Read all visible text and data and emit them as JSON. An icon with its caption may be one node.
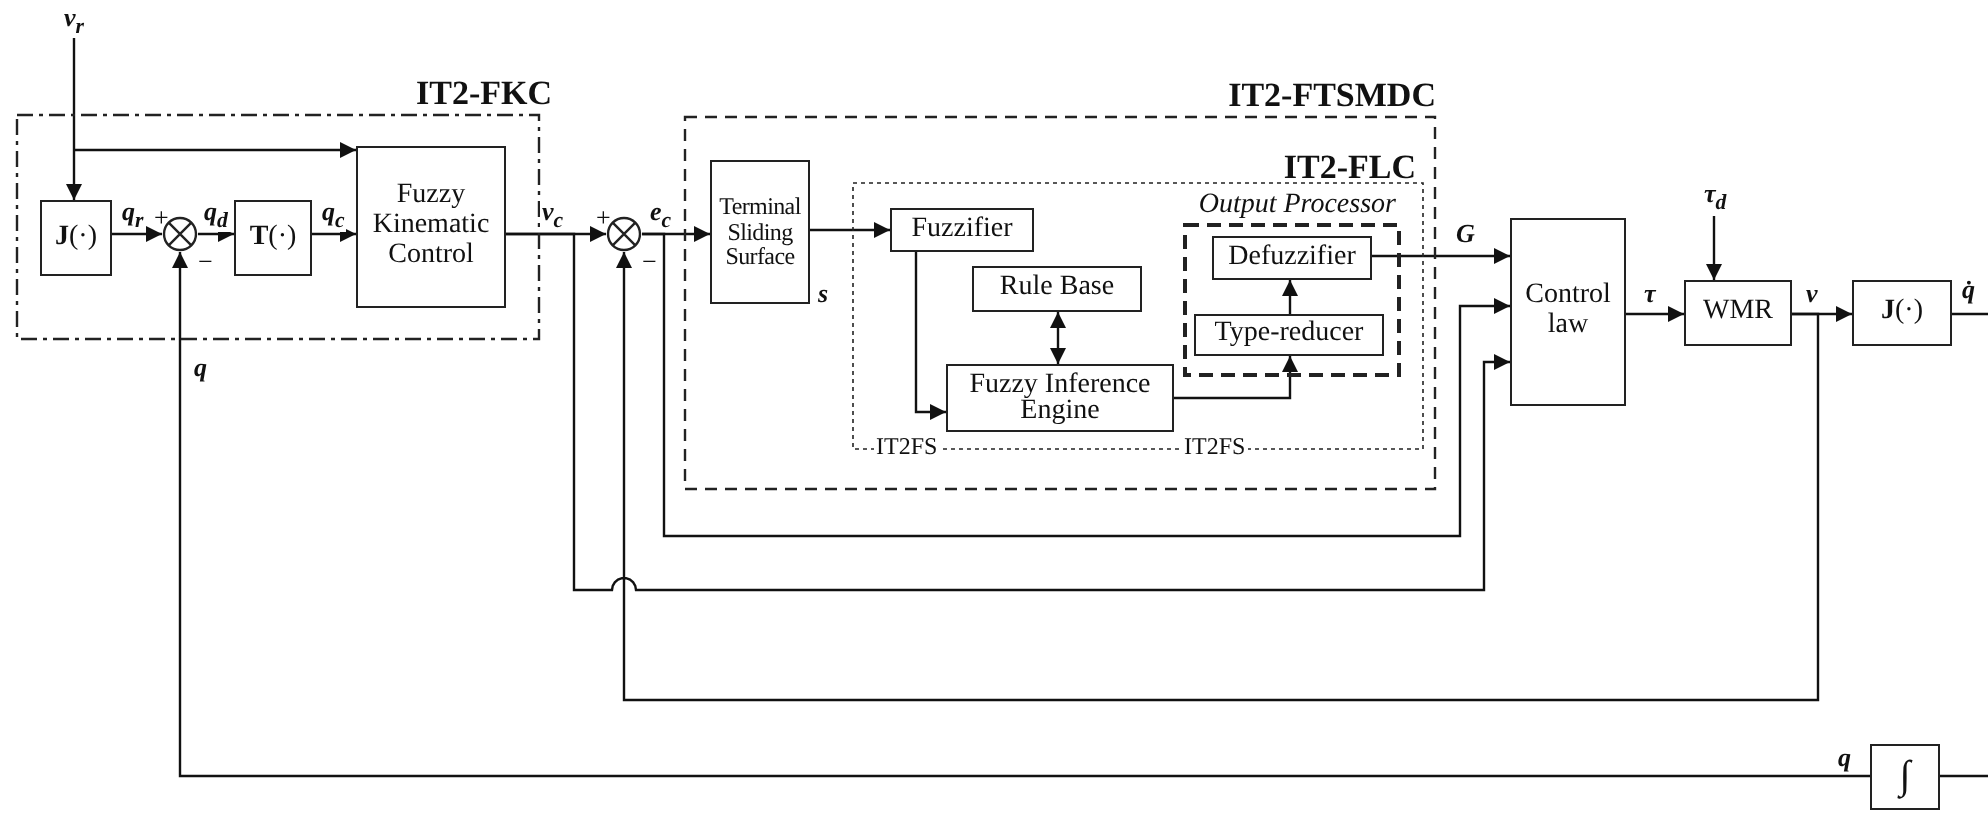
{
  "diagram": {
    "nodes": [
      {
        "text": [
          "IT2-FKC"
        ]
      },
      {
        "text": [
          "**J**(·)"
        ],
        "in": 0
      },
      {
        "text": [],
        "shape": "circle",
        "in": 0
      },
      {
        "text": [
          "**T**(·)"
        ],
        "in": 0
      },
      {
        "text": [
          "Fuzzy Kinematic Control"
        ],
        "in": 0
      },
      {
        "text": [],
        "shape": "circle"
      },
      {
        "text": [
          "IT2-FTSMDC"
        ]
      },
      {
        "text": [
          "Terminal Sliding Surface"
        ],
        "in": 6
      },
      {
        "text": [
          "IT2-FLC"
        ],
        "in": 6
      },
      {
        "text": [
          "Fuzzifier"
        ],
        "in": 8
      },
      {
        "text": [
          "Rule Base"
        ],
        "in": 8
      },
      {
        "text": [
          "Fuzzy Inference Engine"
        ],
        "in": 8
      },
      {
        "text": [
          "Output Processor"
        ],
        "in": 8
      },
      {
        "text": [
          "Defuzzifier"
        ],
        "in": 12
      },
      {
        "text": [
          "Type-reducer"
        ],
        "in": 12
      },
      {
        "text": [
          "Control law"
        ]
      },
      {
        "text": [
          "WMR"
        ]
      },
      {
        "text": [
          "**J**(·)"
        ]
      },
      {
        "text": [
          "∫"
        ]
      }
    ],
    "edges": [
      {
        "from": null,
        "to": 1,
        "arrow": "to",
        "label": "v$_{r}$"
      },
      {
        "from": null,
        "to": 4,
        "arrow": "to"
      },
      {
        "from": 1,
        "to": 2,
        "arrow": "to",
        "label": "q$_{r}$"
      },
      {
        "from": 2,
        "to": 3,
        "arrow": "to",
        "label": "q$_{d}$"
      },
      {
        "from": 3,
        "to": 4,
        "arrow": "to",
        "label": "q$_{c}$"
      },
      {
        "from": 4,
        "to": 5,
        "arrow": "to",
        "label": "v$_{c}$"
      },
      {
        "from": 5,
        "to": 7,
        "arrow": "to",
        "label": "e$_{c}$"
      },
      {
        "from": 7,
        "to": 9,
        "arrow": "to",
        "label": "s"
      },
      {
        "from": 9,
        "to": 11,
        "arrow": "to"
      },
      {
        "from": 10,
        "to": 11,
        "arrow": "both"
      },
      {
        "from": 11,
        "to": 14,
        "arrow": "to"
      },
      {
        "from": 14,
        "to": 13,
        "arrow": "to"
      },
      {
        "from": 13,
        "to": 15,
        "arrow": "to",
        "label": "G"
      },
      {
        "from": 5,
        "to": 15,
        "arrow": "to"
      },
      {
        "from": 4,
        "to": 15,
        "arrow": "to"
      },
      {
        "from": 15,
        "to": 16,
        "arrow": "to",
        "label": "τ"
      },
      {
        "from": null,
        "to": 16,
        "arrow": "to",
        "label": "τ$_{d}$"
      },
      {
        "from": 16,
        "to": 17,
        "arrow": "to",
        "label": "v"
      },
      {
        "from": 17,
        "to": null,
        "arrow": "none",
        "label": "q̇"
      },
      {
        "from": 16,
        "to": 5,
        "arrow": "to"
      },
      {
        "from": 18,
        "to": 2,
        "arrow": "to",
        "label": "q"
      },
      {
        "from": null,
        "to": 18,
        "arrow": "none"
      }
    ],
    "labels": [
      "+",
      "+",
      "−",
      "−",
      "q",
      "IT2FS",
      "IT2FS"
    ]
  }
}
